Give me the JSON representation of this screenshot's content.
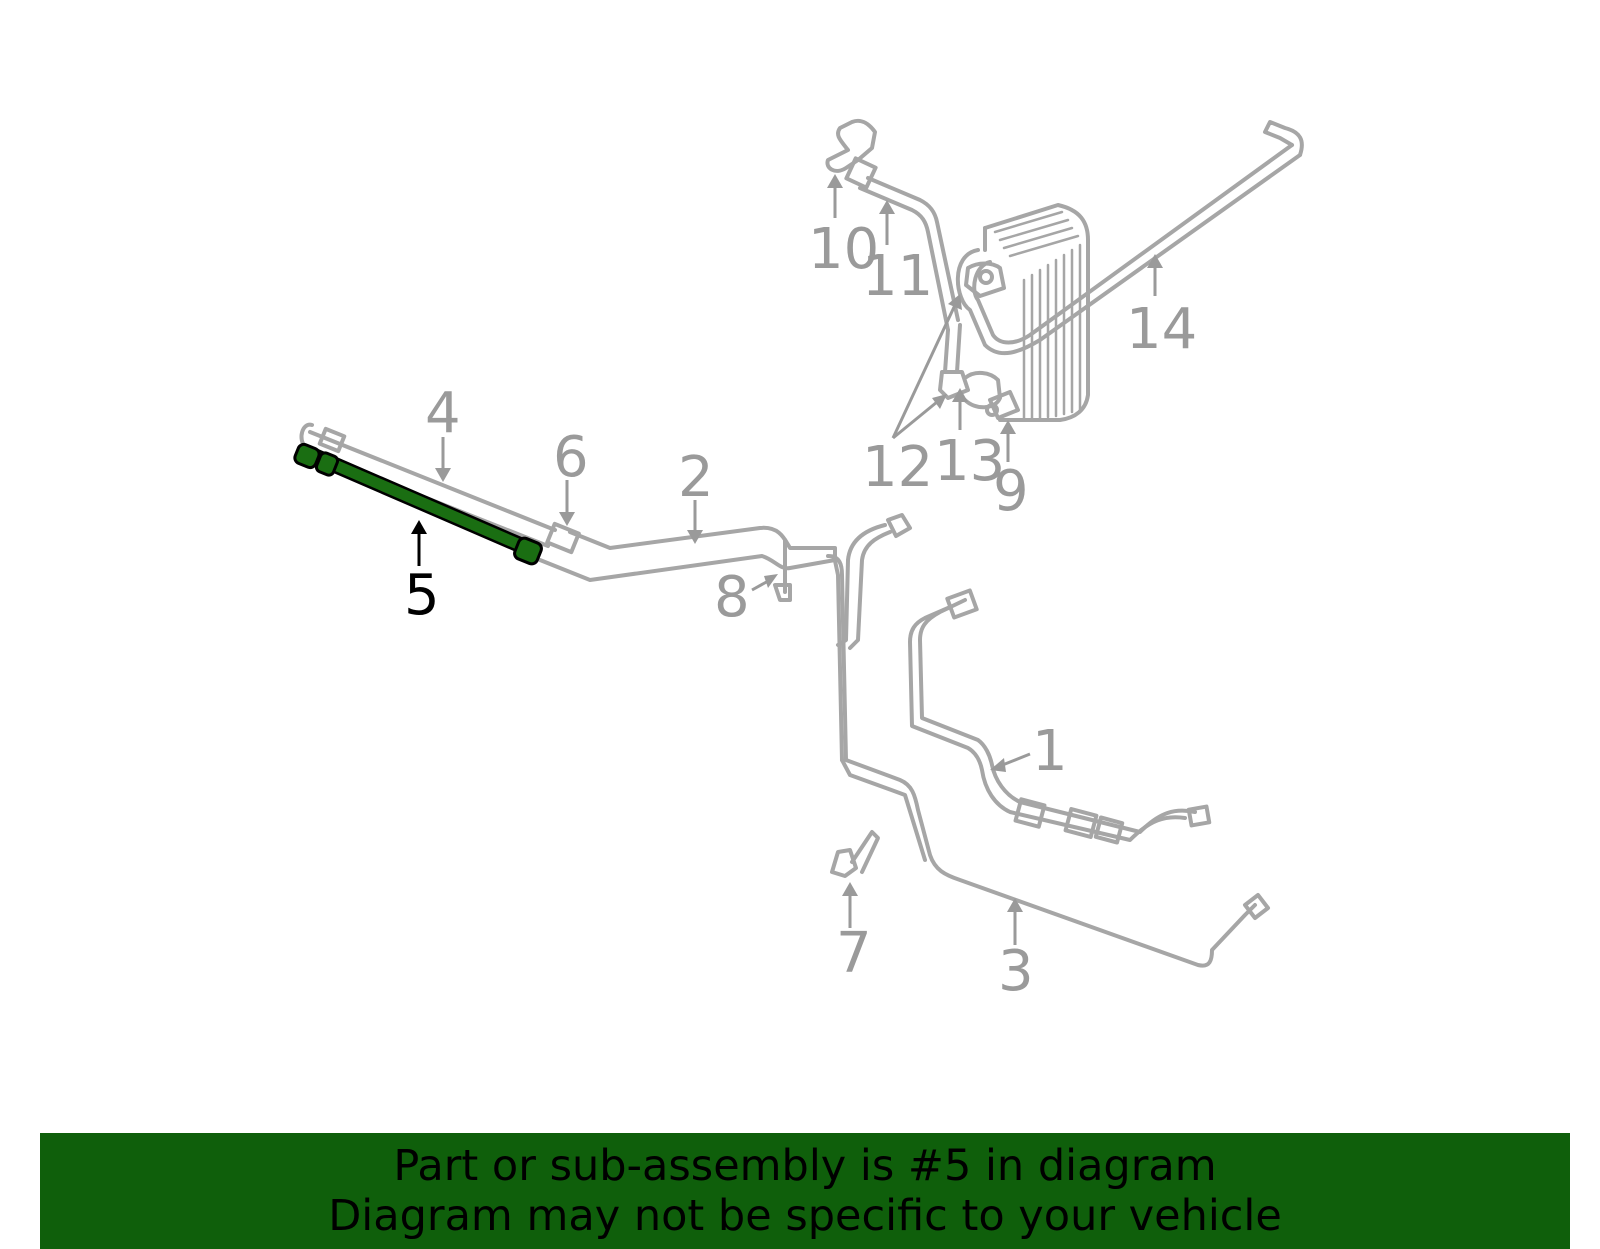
{
  "diagram": {
    "callouts": [
      {
        "id": "1",
        "label": "1"
      },
      {
        "id": "2",
        "label": "2"
      },
      {
        "id": "3",
        "label": "3"
      },
      {
        "id": "4",
        "label": "4"
      },
      {
        "id": "5",
        "label": "5",
        "highlighted": true
      },
      {
        "id": "6",
        "label": "6"
      },
      {
        "id": "7",
        "label": "7"
      },
      {
        "id": "8",
        "label": "8"
      },
      {
        "id": "9",
        "label": "9"
      },
      {
        "id": "10",
        "label": "10"
      },
      {
        "id": "11",
        "label": "11"
      },
      {
        "id": "12",
        "label": "12"
      },
      {
        "id": "13",
        "label": "13"
      },
      {
        "id": "14",
        "label": "14"
      }
    ],
    "colors": {
      "part_stroke": "#a6a6a6",
      "callout_text": "#9a9a9a",
      "highlight_fill": "#1a6e12",
      "highlight_text": "#000000",
      "banner_bg": "#0f5f0b"
    }
  },
  "banner": {
    "line1": "Part or sub-assembly is #5 in diagram",
    "line2": "Diagram may not be specific to your vehicle"
  }
}
